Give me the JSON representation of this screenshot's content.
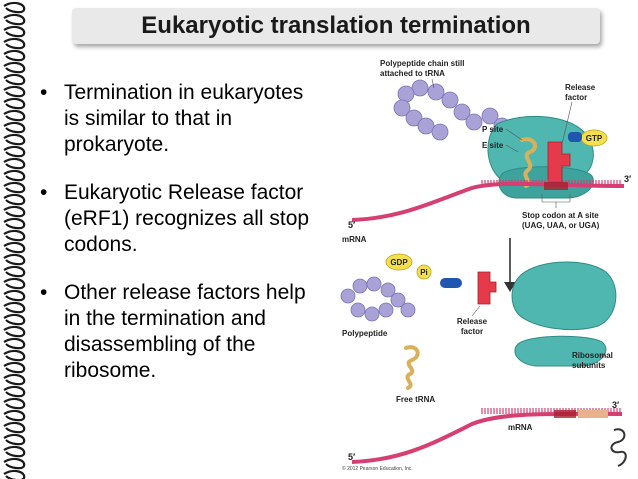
{
  "title": "Eukaryotic translation termination",
  "bullets": [
    "Termination in eukaryotes is similar to that in prokaryote.",
    "Eukaryotic Release factor (eRF1) recognizes all stop codons.",
    "Other release factors help in the termination and disassembling of the ribosome."
  ],
  "bullet_glyph": "•",
  "figure": {
    "label_polypeptide_attached_1": "Polypeptide chain still",
    "label_polypeptide_attached_2": "attached to tRNA",
    "label_release_factor_1": "Release",
    "label_release_factor_2": "factor",
    "label_gtp": "GTP",
    "label_p_site": "P site",
    "label_e_site": "E site",
    "label_stop_codon_1": "Stop codon at A site",
    "label_stop_codon_2": "(UAG, UAA, or UGA)",
    "label_five_prime_top": "5′",
    "label_three_prime_top": "3′",
    "label_mrna_top": "mRNA",
    "label_gdp": "GDP",
    "label_pi": "Pi",
    "label_polypeptide": "Polypeptide",
    "label_release_factor_b1": "Release",
    "label_release_factor_b2": "factor",
    "label_ribosomal_1": "Ribosomal",
    "label_ribosomal_2": "subunits",
    "label_free_trna": "Free tRNA",
    "label_mrna_bottom": "mRNA",
    "label_five_prime_bottom": "5′",
    "label_three_prime_bottom": "3′",
    "label_copyright": "© 2012 Pearson Education, Inc."
  },
  "colors": {
    "ribosome_teal": "#4fb7b0",
    "mrna_pink": "#d63f73",
    "polypeptide_purple": "#a9a2d6",
    "release_factor_red": "#e43a4a",
    "gtp_yellow": "#f4e04d",
    "trna_tan": "#d8b15a"
  }
}
